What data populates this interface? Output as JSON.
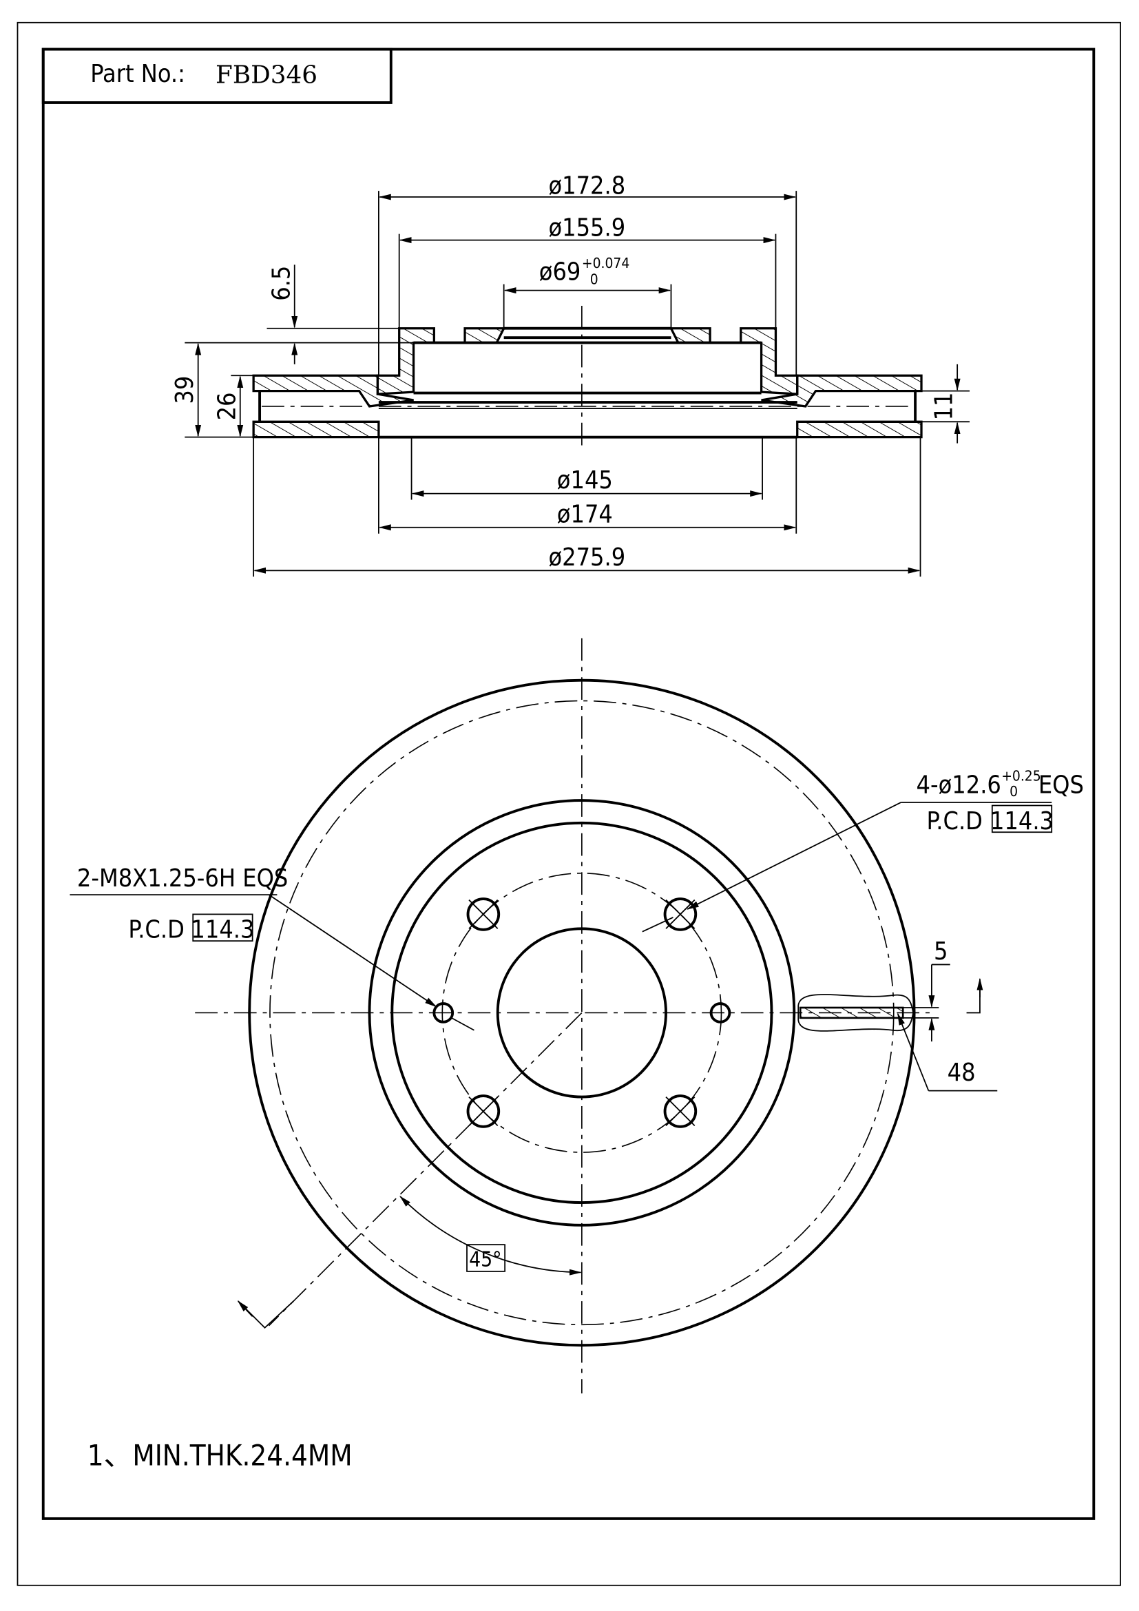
{
  "title_block": {
    "label": "Part No.:",
    "part_number": "FBD346"
  },
  "section_view": {
    "dims": {
      "d_172_8": "ø172.8",
      "d_155_9": "ø155.9",
      "d_69": "ø69",
      "d_69_tol_upper": "+0.074",
      "d_69_tol_lower": "0",
      "d_145": "ø145",
      "d_174": "ø174",
      "d_275_9": "ø275.9",
      "h_6_5": "6.5",
      "h_39": "39",
      "h_26": "26",
      "h_11": "11"
    }
  },
  "plan_view": {
    "bolt_callout": {
      "text": "4-ø12.6",
      "tol_upper": "+0.25",
      "tol_lower": "0",
      "suffix": "EQS",
      "pcd_label": "P.C.D",
      "pcd_value": "114.3"
    },
    "thread_callout": {
      "text": "2-M8X1.25-6H EQS",
      "pcd_label": "P.C.D",
      "pcd_value": "114.3"
    },
    "slot_width": "5",
    "slot_length": "48",
    "angle": "45°"
  },
  "notes": {
    "note_1": "1、MIN.THK.24.4MM"
  }
}
